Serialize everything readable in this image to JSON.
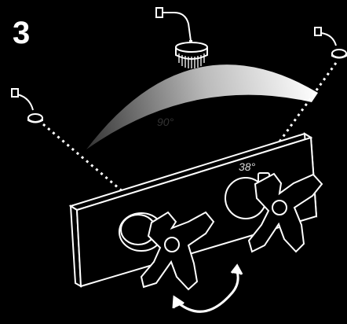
{
  "step": {
    "number": "3"
  },
  "labels": {
    "rotation_angle": "90°",
    "tilt_angle": "38°"
  },
  "colors": {
    "background": "#000000",
    "line": "#ffffff",
    "label_dark": "#333333",
    "label_light": "#dddddd",
    "arc_light": "#ffffff",
    "arc_dark": "#333333"
  },
  "icons": [
    "shower-head-overhead-icon",
    "shower-head-left-icon",
    "shower-head-right-icon",
    "mixer-valve-icon",
    "cross-handle-icon",
    "rotation-arrow-icon"
  ]
}
